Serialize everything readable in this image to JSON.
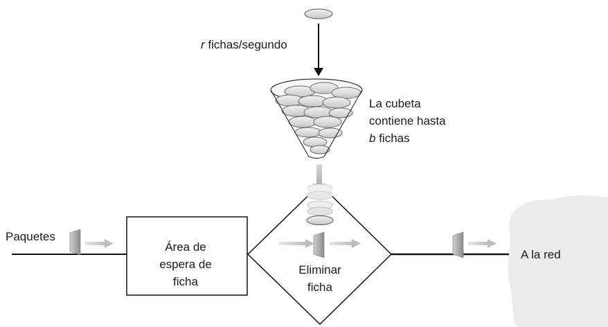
{
  "rate_label": {
    "var": "r",
    "text": " fichas/segundo"
  },
  "bucket_label": {
    "line1": "La cubeta",
    "line2": "contiene hasta",
    "var": "b",
    "line3_rest": " fichas"
  },
  "packets_label": "Paquetes",
  "wait_area": {
    "line1": "Área de",
    "line2": "espera de",
    "line3": "ficha"
  },
  "remove_token": {
    "line1": "Eliminar",
    "line2": "ficha"
  },
  "network_label": "A la red"
}
